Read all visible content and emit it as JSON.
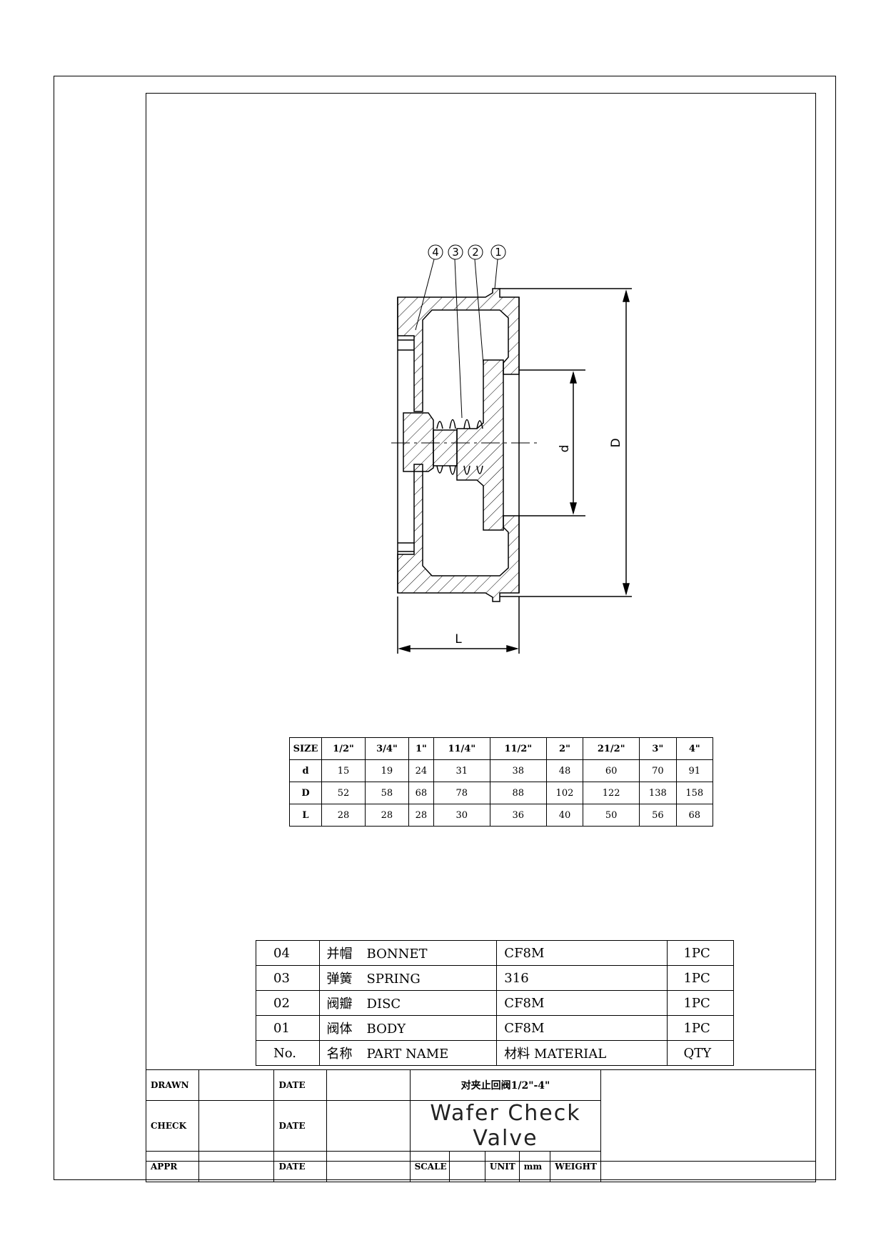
{
  "drawing": {
    "callouts": [
      "4",
      "3",
      "2",
      "1"
    ],
    "dim_labels": {
      "L": "L",
      "d": "d",
      "D": "D"
    }
  },
  "size_table": {
    "header": [
      "SIZE",
      "1/2\"",
      "3/4\"",
      "1\"",
      "11/4\"",
      "11/2\"",
      "2\"",
      "21/2\"",
      "3\"",
      "4\""
    ],
    "rows": [
      {
        "label": "d",
        "values": [
          "15",
          "19",
          "24",
          "31",
          "38",
          "48",
          "60",
          "70",
          "91"
        ]
      },
      {
        "label": "D",
        "values": [
          "52",
          "58",
          "68",
          "78",
          "88",
          "102",
          "122",
          "138",
          "158"
        ]
      },
      {
        "label": "L",
        "values": [
          "28",
          "28",
          "28",
          "30",
          "36",
          "40",
          "50",
          "56",
          "68"
        ]
      }
    ]
  },
  "parts_table": {
    "rows": [
      {
        "no": "04",
        "name_zh": "并帽",
        "name_en": "BONNET",
        "material": "CF8M",
        "qty": "1PC"
      },
      {
        "no": "03",
        "name_zh": "弹簧",
        "name_en": "SPRING",
        "material": "316",
        "qty": "1PC"
      },
      {
        "no": "02",
        "name_zh": "阀瓣",
        "name_en": "DISC",
        "material": "CF8M",
        "qty": "1PC"
      },
      {
        "no": "01",
        "name_zh": "阀体",
        "name_en": "BODY",
        "material": "CF8M",
        "qty": "1PC"
      }
    ],
    "header": {
      "no": "No.",
      "name_zh": "名称",
      "name_en": "PART NAME",
      "material": "材料 MATERIAL",
      "qty": "QTY"
    }
  },
  "title_block": {
    "drawn": "DRAWN",
    "check": "CHECK",
    "appr": "APPR",
    "date": "DATE",
    "title_cn": "对夹止回阀1/2\"-4\"",
    "title_en": "Wafer Check Valve",
    "scale": "SCALE",
    "unit": "UNIT",
    "unit_value": "mm",
    "weight": "WEIGHT"
  }
}
